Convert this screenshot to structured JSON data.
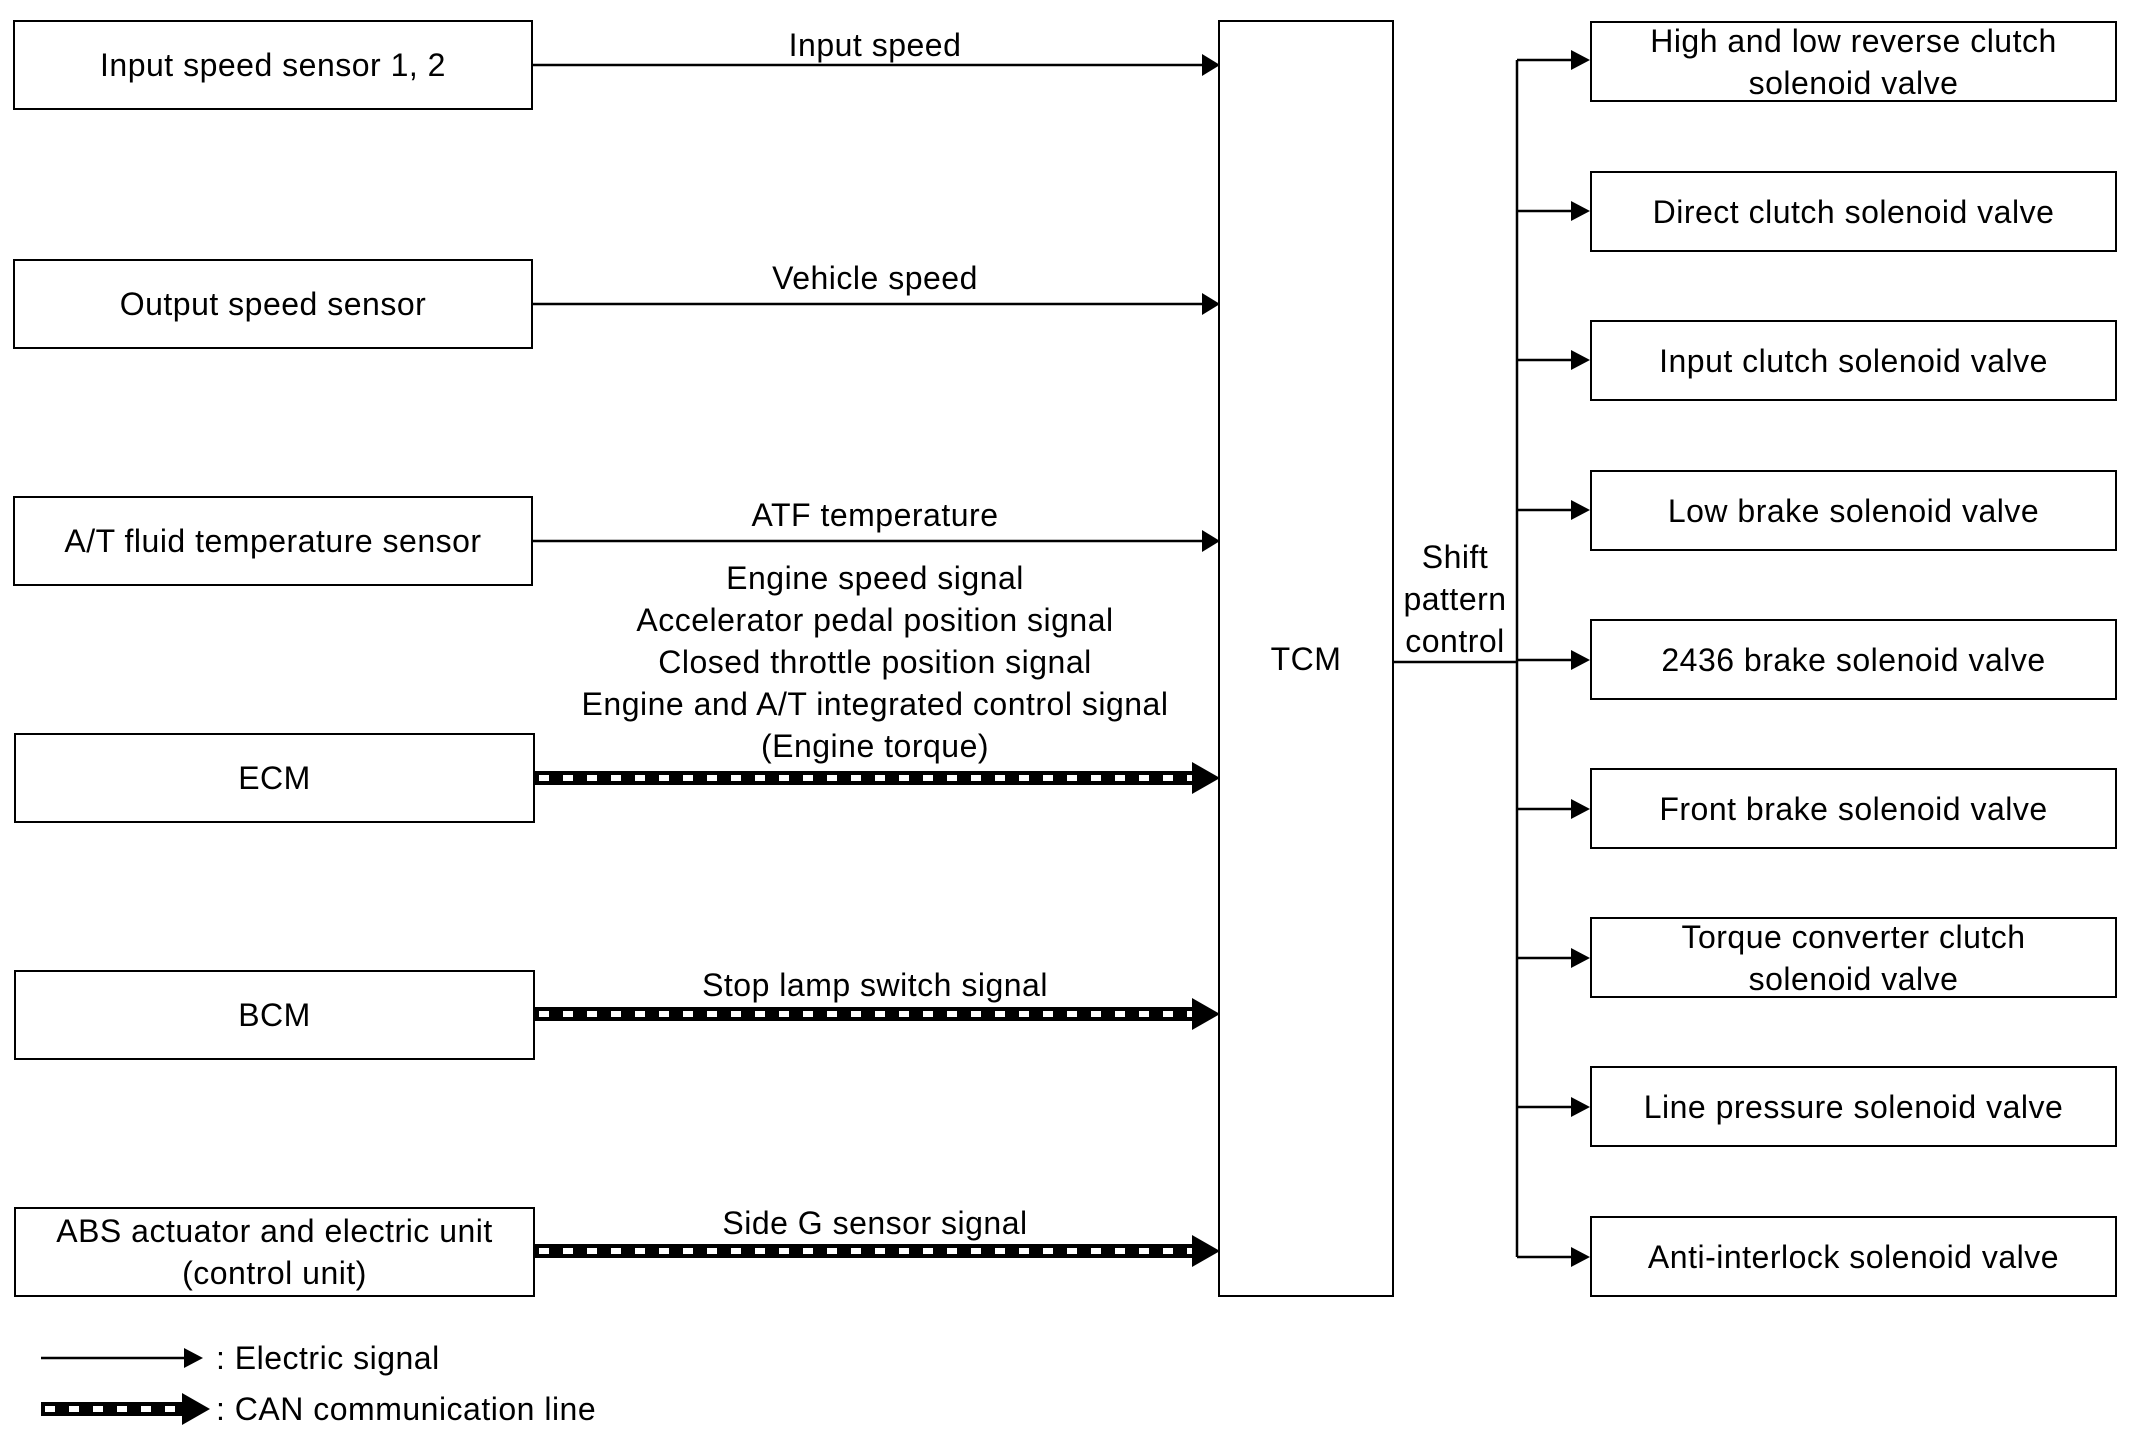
{
  "inputs": [
    {
      "name": "Input speed sensor 1, 2",
      "signal": "Input speed"
    },
    {
      "name": "Output speed sensor",
      "signal": "Vehicle speed"
    },
    {
      "name": "A/T fluid temperature sensor",
      "signal": "ATF temperature"
    },
    {
      "name": "ECM",
      "signal": "Engine speed signal\nAccelerator pedal position signal\nClosed throttle position signal\nEngine and A/T integrated control signal\n(Engine torque)"
    },
    {
      "name": "BCM",
      "signal": "Stop lamp switch signal"
    },
    {
      "name": "ABS actuator and electric unit\n(control unit)",
      "signal": "Side G sensor signal"
    }
  ],
  "tcm": {
    "label": "TCM"
  },
  "output_label": "Shift\npattern\ncontrol",
  "outputs": [
    "High and low reverse clutch\nsolenoid valve",
    "Direct clutch solenoid valve",
    "Input clutch solenoid valve",
    "Low brake solenoid valve",
    "2436 brake solenoid valve",
    "Front brake solenoid valve",
    "Torque converter clutch\nsolenoid valve",
    "Line pressure solenoid valve",
    "Anti-interlock solenoid valve"
  ],
  "legend": {
    "electric": ": Electric signal",
    "can": ": CAN communication line"
  }
}
